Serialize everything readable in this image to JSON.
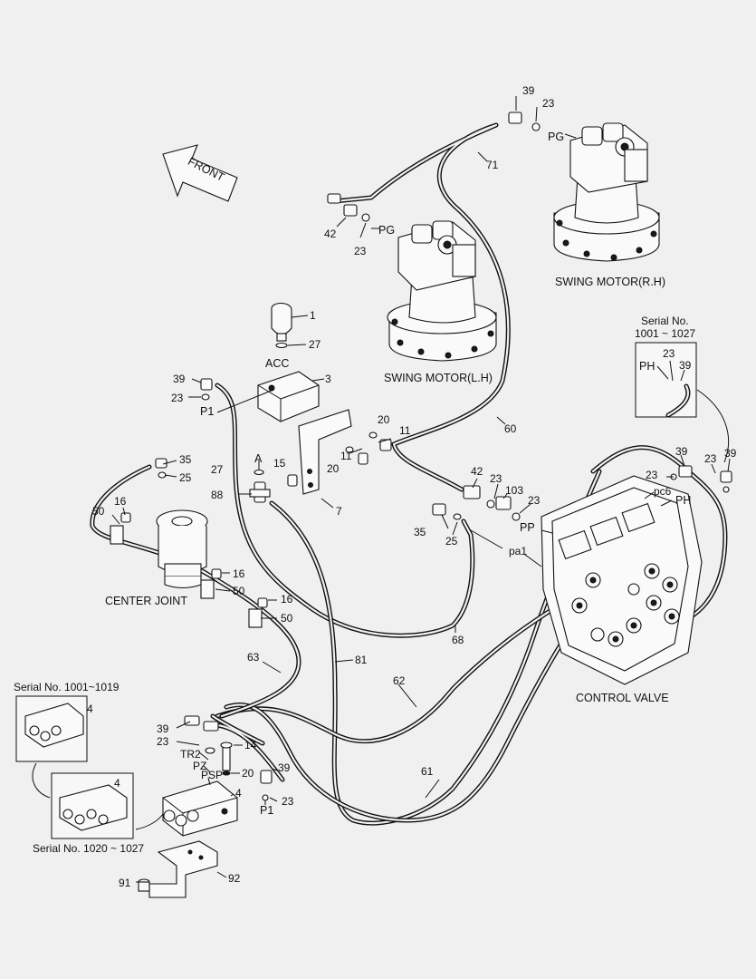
{
  "direction_arrow": "FRONT",
  "callouts": {
    "c1": "1",
    "c3": "3",
    "c4a": "4",
    "c4b": "4",
    "c4c": "4",
    "c7": "7",
    "c11a": "11",
    "c11b": "11",
    "c14": "14",
    "c15": "15",
    "c16a": "16",
    "c16b": "16",
    "c16c": "16",
    "c20a": "20",
    "c20b": "20",
    "c20c": "20",
    "c23a": "23",
    "c23b": "23",
    "c23c": "23",
    "c23d": "23",
    "c23e": "23",
    "c23f": "23",
    "c23g": "23",
    "c23h": "23",
    "c23i": "23",
    "c23j": "23",
    "c25a": "25",
    "c25b": "25",
    "c27a": "27",
    "c27b": "27",
    "c35a": "35",
    "c35b": "35",
    "c39a": "39",
    "c39b": "39",
    "c39c": "39",
    "c39d": "39",
    "c39e": "39",
    "c39f": "39",
    "c39g": "39",
    "c42a": "42",
    "c42b": "42",
    "c50a": "50",
    "c50b": "50",
    "c50c": "50",
    "c60": "60",
    "c61": "61",
    "c62": "62",
    "c63": "63",
    "c68": "68",
    "c71": "71",
    "c81": "81",
    "c88": "88",
    "c91": "91",
    "c92": "92",
    "c103": "103"
  },
  "ports": {
    "pg_left": "PG",
    "pg_right": "PG",
    "acc": "ACC",
    "a": "A",
    "p1_top": "P1",
    "p1_bottom": "P1",
    "ph_box": "PH",
    "ph_valve": "PH",
    "pc6": "pc6",
    "pp": "PP",
    "pa1": "pa1",
    "tr2": "TR2",
    "pz": "PZ",
    "psp": "PSP"
  },
  "components": {
    "swing_motor_lh": "SWING MOTOR(L.H)",
    "swing_motor_rh": "SWING MOTOR(R.H)",
    "center_joint": "CENTER JOINT",
    "control_valve": "CONTROL VALVE"
  },
  "serial_notes": {
    "ph_box_line1": "Serial No.",
    "ph_box_line2": "1001 ~ 1027",
    "block_top": "Serial No. 1001~1019",
    "block_bottom": "Serial No. 1020 ~ 1027"
  }
}
